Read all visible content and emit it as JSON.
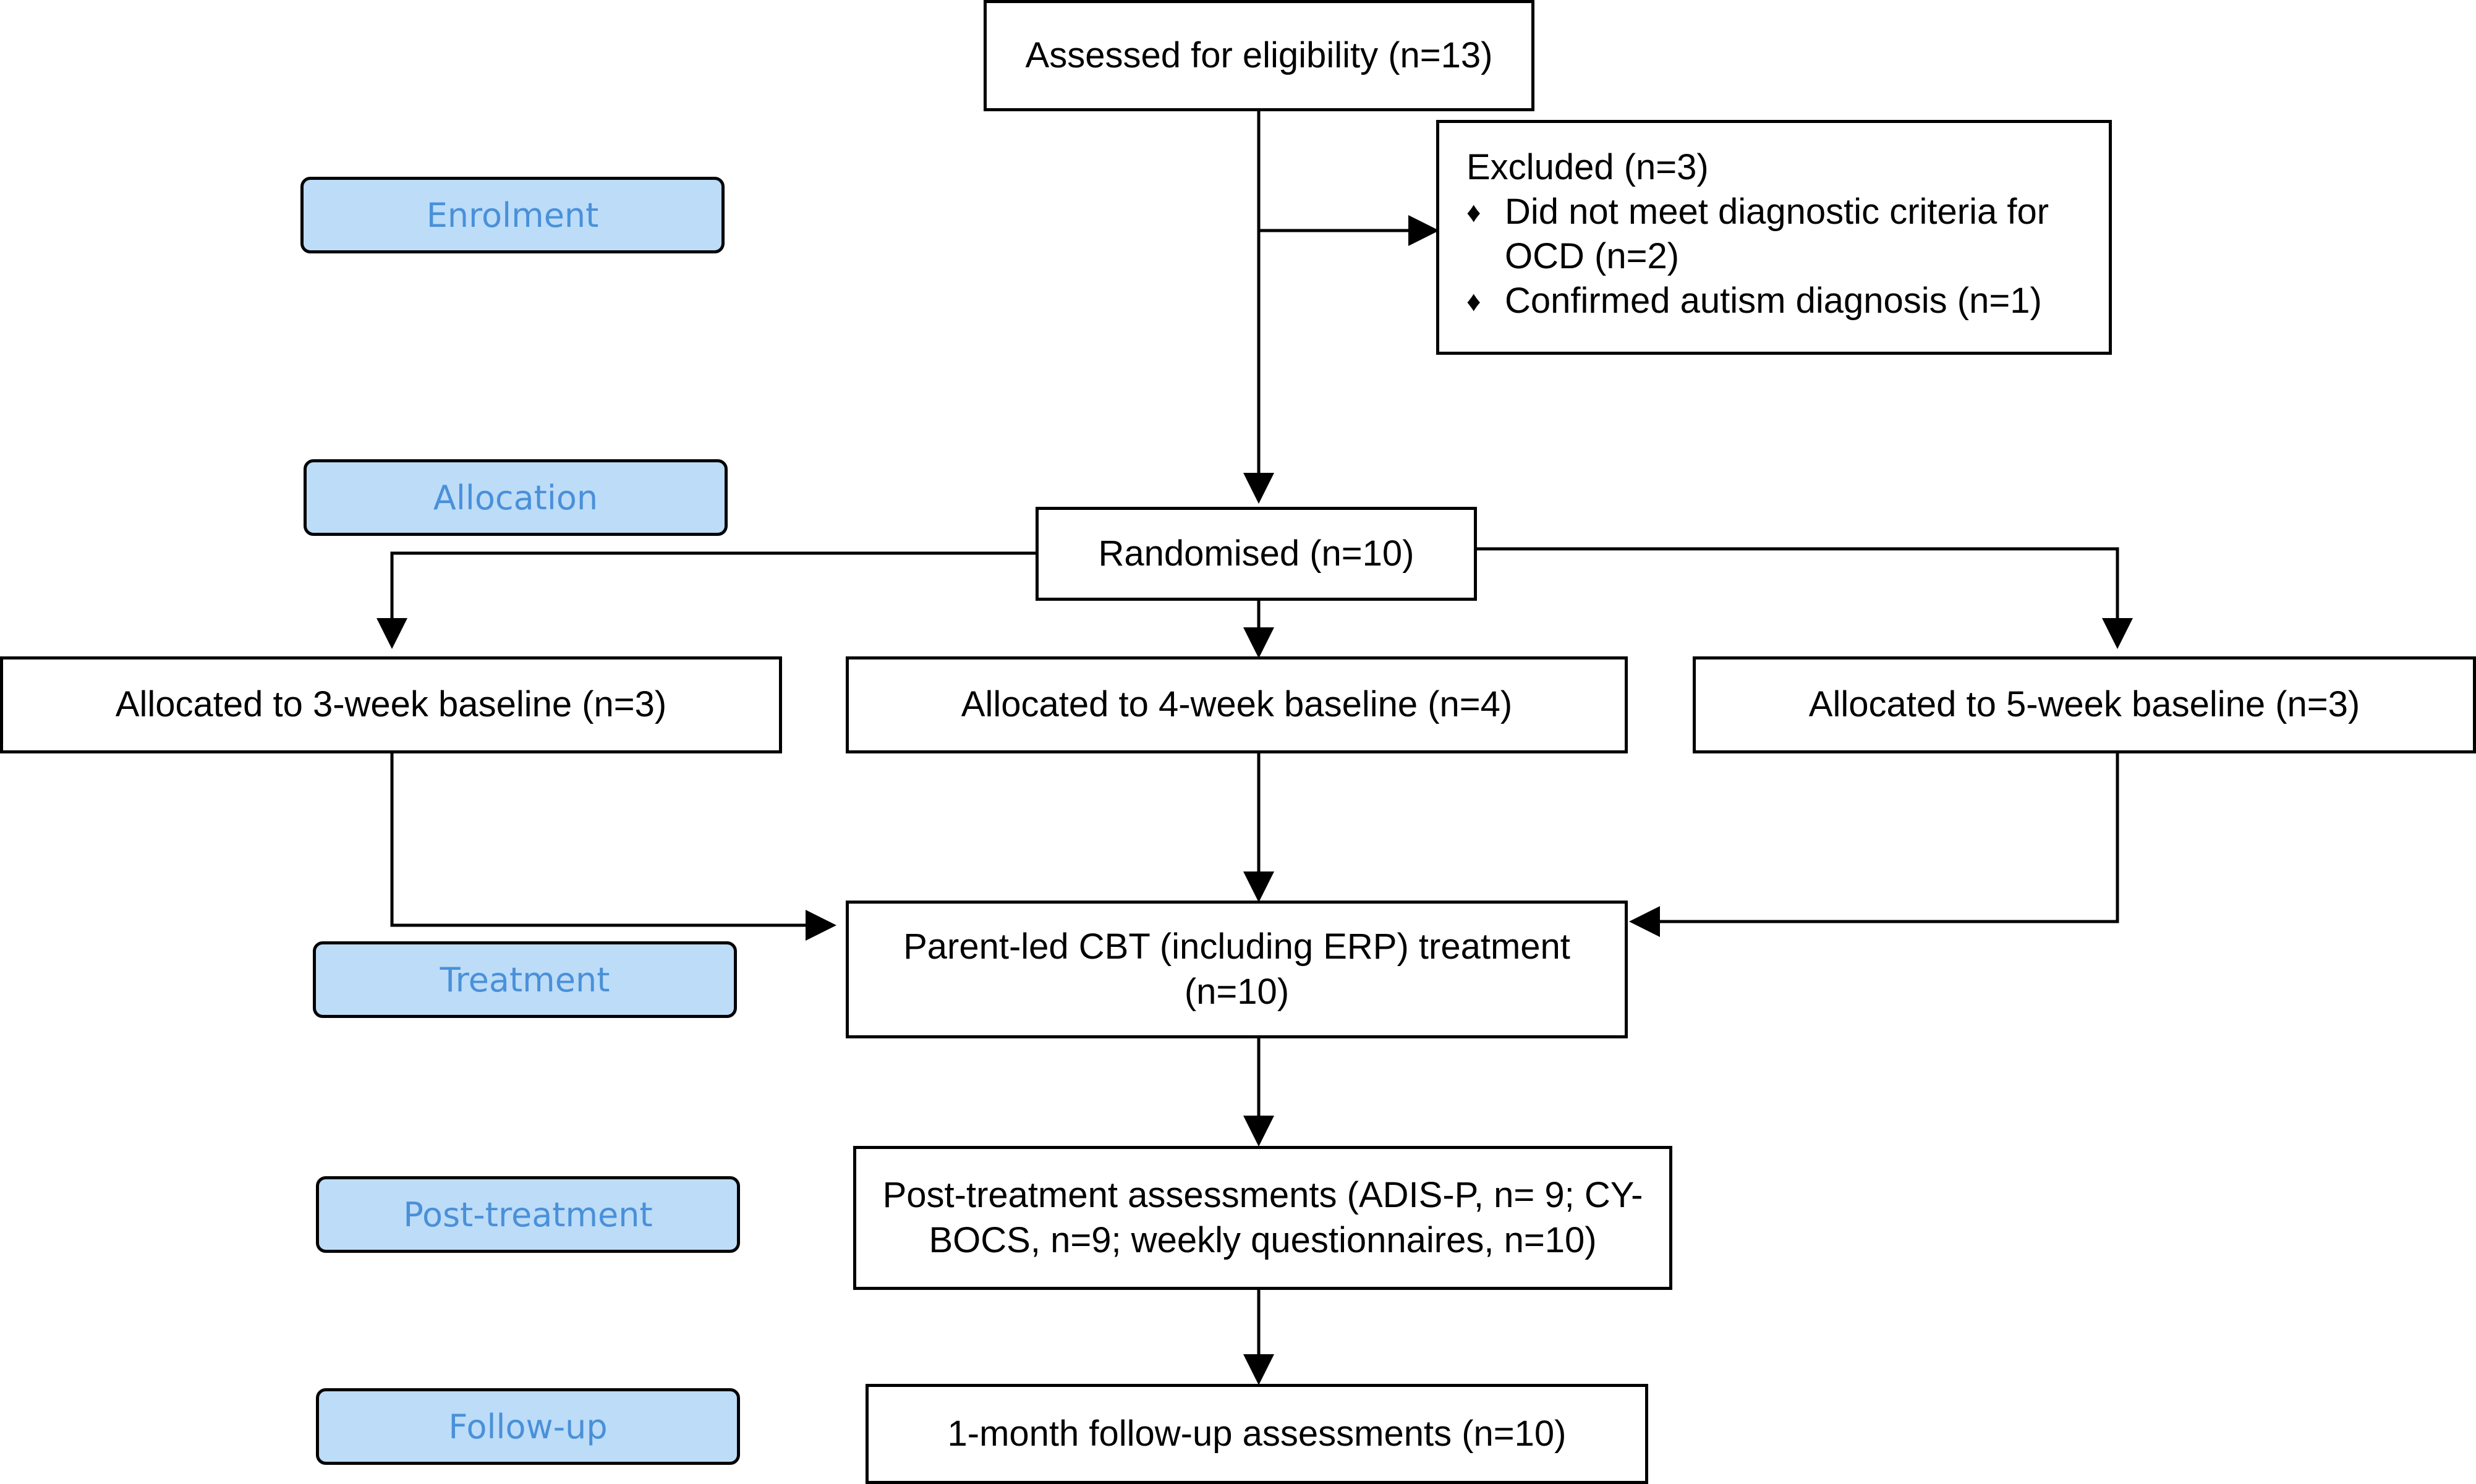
{
  "stages": {
    "enrolment": "Enrolment",
    "allocation": "Allocation",
    "treatment": "Treatment",
    "post_treatment": "Post-treatment",
    "follow_up": "Follow-up"
  },
  "boxes": {
    "assessed": "Assessed for eligibility (n=13)",
    "excluded": {
      "title": "Excluded (n=3)",
      "bullet_glyph": "♦",
      "items": [
        "Did not meet diagnostic criteria for OCD (n=2)",
        "Confirmed autism diagnosis (n=1)"
      ]
    },
    "randomised": "Randomised (n=10)",
    "allocated_3wk": "Allocated to 3-week baseline (n=3)",
    "allocated_4wk": "Allocated to 4-week baseline (n=4)",
    "allocated_5wk": "Allocated to 5-week baseline (n=3)",
    "treatment": "Parent-led CBT (including ERP) treatment (n=10)",
    "post_treatment": "Post-treatment assessments (ADIS-P, n= 9; CY-BOCS, n=9; weekly questionnaires, n=10)",
    "follow_up": "1-month follow-up assessments (n=10)"
  },
  "colors": {
    "stage_fill": "#bcdcf8",
    "stage_text": "#4a90d9",
    "line": "#000000"
  }
}
